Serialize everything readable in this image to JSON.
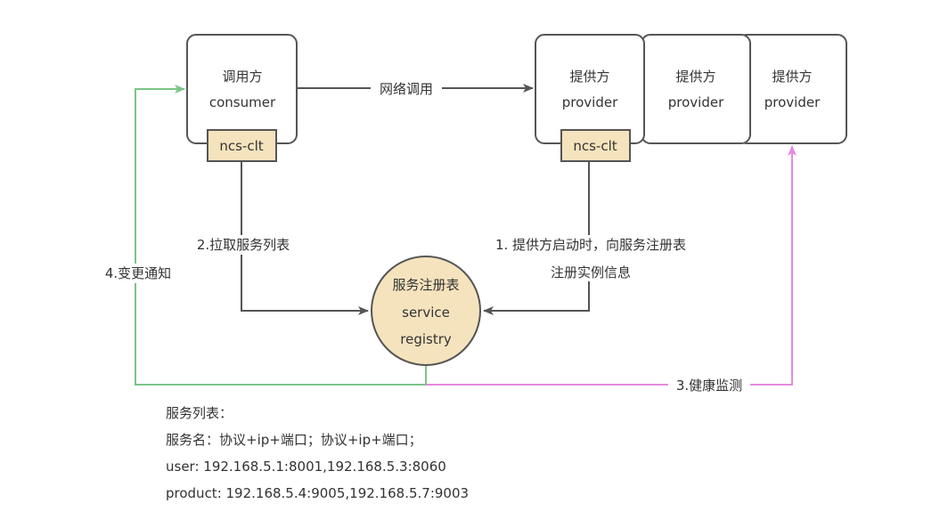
{
  "colors": {
    "box_fill": "#ffffff",
    "tag_fill": "#f5e3bd",
    "stroke": "#555555",
    "notify_line": "#7cc488",
    "health_line": "#e68ae0"
  },
  "consumer": {
    "title": "调用方",
    "subtitle": "consumer",
    "tag": "ncs-clt"
  },
  "providers": [
    {
      "title": "提供方",
      "subtitle": "provider",
      "tag": "ncs-clt"
    },
    {
      "title": "提供方",
      "subtitle": "provider"
    },
    {
      "title": "提供方",
      "subtitle": "provider"
    }
  ],
  "registry": {
    "line1": "服务注册表",
    "line2": "service",
    "line3": "registry"
  },
  "edges": {
    "network_call": "网络调用",
    "pull_list": "2.拉取服务列表",
    "register_line1": "1. 提供方启动时，向服务注册表",
    "register_line2": "注册实例信息",
    "notify": "4.变更通知",
    "health_check": "3.健康监测"
  },
  "notes": [
    "服务列表：",
    "服务名：协议+ip+端口；协议+ip+端口；",
    "user: 192.168.5.1:8001,192.168.5.3:8060",
    "product: 192.168.5.4:9005,192.168.5.7:9003"
  ]
}
